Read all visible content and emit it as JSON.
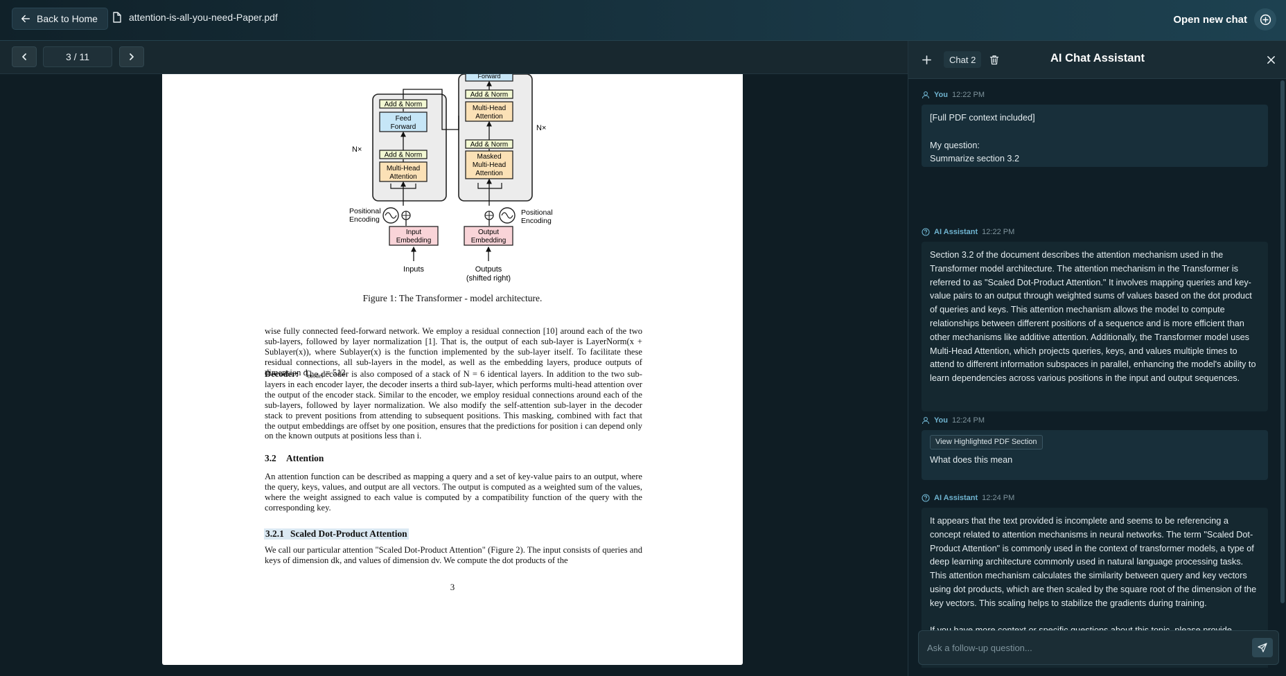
{
  "topbar": {
    "back_label": "Back to Home",
    "file_name": "attention-is-all-you-need-Paper.pdf",
    "open_chat_label": "Open new chat"
  },
  "pager": {
    "indicator": "3 / 11"
  },
  "pdf": {
    "diagram_labels": {
      "add_norm": "Add & Norm",
      "feed_forward_1": "Feed",
      "feed_forward_2": "Forward",
      "forward_top": "Forward",
      "mha_1": "Multi-Head",
      "mha_2": "Attention",
      "masked_1": "Masked",
      "masked_2": "Multi-Head",
      "masked_3": "Attention",
      "nx": "N×",
      "pos_enc_1": "Positional",
      "pos_enc_2": "Encoding",
      "input_emb_1": "Input",
      "input_emb_2": "Embedding",
      "output_emb_1": "Output",
      "output_emb_2": "Embedding",
      "inputs": "Inputs",
      "outputs_1": "Outputs",
      "outputs_2": "(shifted right)"
    },
    "caption": "Figure 1: The Transformer - model architecture.",
    "para1": "wise fully connected feed-forward network. We employ a residual connection [10] around each of the two sub-layers, followed by layer normalization [1]. That is, the output of each sub-layer is LayerNorm(x + Sublayer(x)), where Sublayer(x) is the function implemented by the sub-layer itself. To facilitate these residual connections, all sub-layers in the model, as well as the embedding layers, produce outputs of dimension d",
    "para1_sub": "model",
    "para1_end": " = 512.",
    "decoder_label": "Decoder:",
    "decoder_text": "The decoder is also composed of a stack of N = 6 identical layers. In addition to the two sub-layers in each encoder layer, the decoder inserts a third sub-layer, which performs multi-head attention over the output of the encoder stack. Similar to the encoder, we employ residual connections around each of the sub-layers, followed by layer normalization. We also modify the self-attention sub-layer in the decoder stack to prevent positions from attending to subsequent positions. This masking, combined with fact that the output embeddings are offset by one position, ensures that the predictions for position i can depend only on the known outputs at positions less than i.",
    "sec_num": "3.2",
    "sec_title": "Attention",
    "attention_text": "An attention function can be described as mapping a query and a set of key-value pairs to an output, where the query, keys, values, and output are all vectors. The output is computed as a weighted sum of the values, where the weight assigned to each value is computed by a compatibility function of the query with the corresponding key.",
    "subsec_num": "3.2.1",
    "subsec_title": "Scaled Dot-Product Attention",
    "sdpa_text": "We call our particular attention \"Scaled Dot-Product Attention\" (Figure 2). The input consists of queries and keys of dimension dk, and values of dimension dv. We compute the dot products of the",
    "page_number": "3"
  },
  "chat": {
    "tab_label": "Chat 2",
    "title": "AI Chat Assistant",
    "messages": [
      {
        "who": "You",
        "time": "12:22 PM",
        "text": "[Full PDF context included]\n\nMy question:\nSummarize section 3.2"
      },
      {
        "who": "AI Assistant",
        "time": "12:22 PM",
        "text": "Section 3.2 of the document describes the attention mechanism used in the Transformer model architecture. The attention mechanism in the Transformer is referred to as \"Scaled Dot-Product Attention.\" It involves mapping queries and key-value pairs to an output through weighted sums of values based on the dot product of queries and keys. This attention mechanism allows the model to compute relationships between different positions of a sequence and is more efficient than other mechanisms like additive attention. Additionally, the Transformer model uses Multi-Head Attention, which projects queries, keys, and values multiple times to attend to different information subspaces in parallel, enhancing the model's ability to learn dependencies across various positions in the input and output sequences."
      },
      {
        "who": "You",
        "time": "12:24 PM",
        "button": "View Highlighted PDF Section",
        "text": "What does this mean"
      },
      {
        "who": "AI Assistant",
        "time": "12:24 PM",
        "text": "It appears that the text provided is incomplete and seems to be referencing a concept related to attention mechanisms in neural networks. The term \"Scaled Dot-Product Attention\" is commonly used in the context of transformer models, a type of deep learning architecture commonly used in natural language processing tasks. This attention mechanism calculates the similarity between query and key vectors using dot products, which are then scaled by the square root of the dimension of the key vectors. This scaling helps to stabilize the gradients during training.\n\nIf you have more context or specific questions about this topic, please provide additional information so I can address it more comprehensively."
      }
    ],
    "input_placeholder": "Ask a follow-up question..."
  }
}
